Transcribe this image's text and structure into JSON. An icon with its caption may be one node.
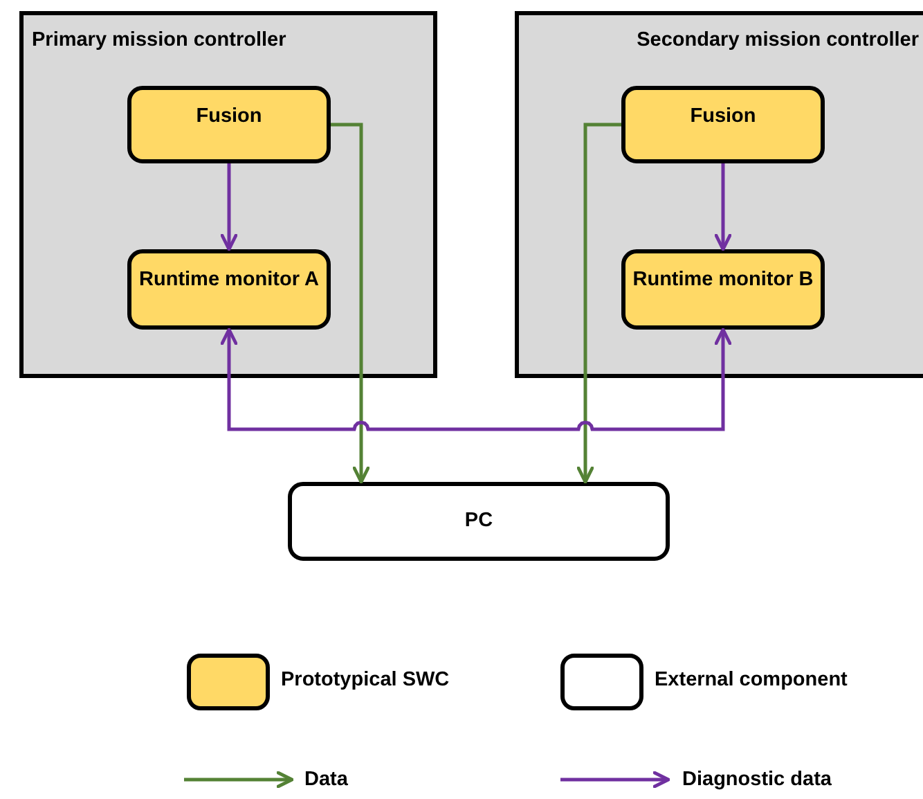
{
  "diagram": {
    "nodes": [
      {
        "text": [
          "Primary mission controller"
        ]
      },
      {
        "text": [
          "Fusion"
        ],
        "in": 0
      },
      {
        "text": [
          "Runtime monitor A"
        ],
        "in": 0
      },
      {
        "text": [
          "Secondary mission controller"
        ]
      },
      {
        "text": [
          "Fusion"
        ],
        "in": 3
      },
      {
        "text": [
          "Runtime monitor B"
        ],
        "in": 3
      },
      {
        "text": [
          "PC"
        ]
      }
    ],
    "edges": [
      {
        "from": 1,
        "to": 2,
        "arrow": "to"
      },
      {
        "from": 1,
        "to": 6,
        "arrow": "to",
        "color": "#548235"
      },
      {
        "from": 4,
        "to": 5,
        "arrow": "to"
      },
      {
        "from": 4,
        "to": 6,
        "arrow": "to",
        "color": "#548235"
      },
      {
        "from": 2,
        "to": 5,
        "arrow": "both"
      }
    ],
    "legend": [
      {
        "text": "Prototypical SWC",
        "color": "#ffd966"
      },
      {
        "text": "External component",
        "color": "#ffffff"
      },
      {
        "text": "Data"
      },
      {
        "text": "Diagnostic data"
      }
    ]
  }
}
